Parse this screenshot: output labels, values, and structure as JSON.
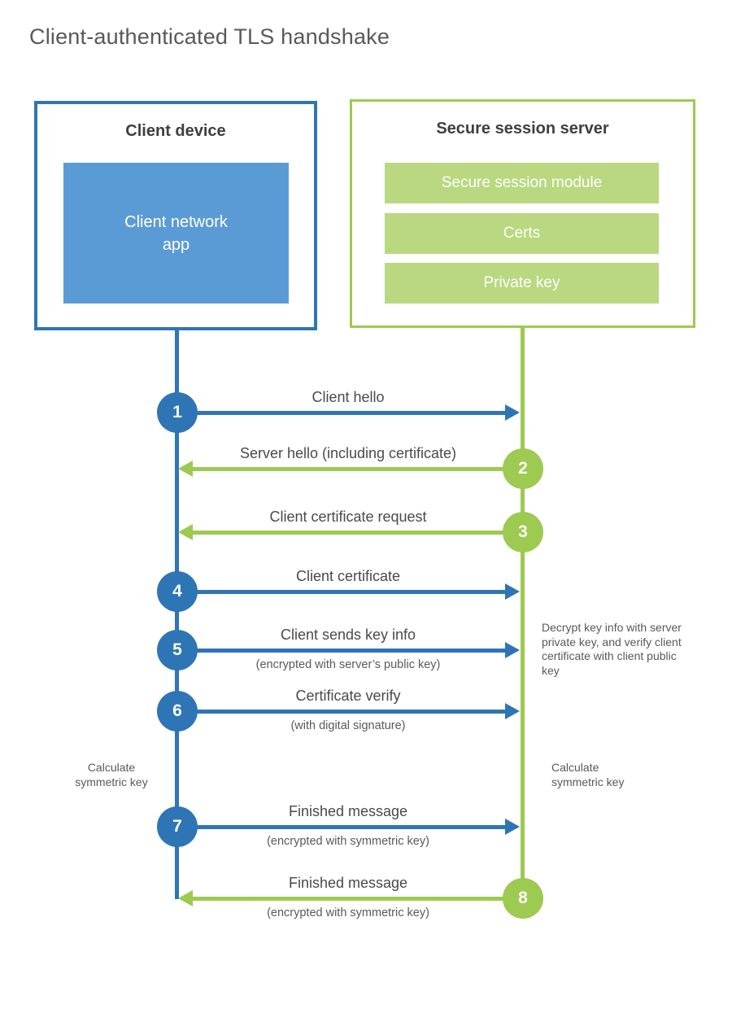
{
  "title": "Client-authenticated TLS handshake",
  "client": {
    "title": "Client device",
    "app": "Client network app"
  },
  "server": {
    "title": "Secure session server",
    "modules": [
      "Secure session module",
      "Certs",
      "Private key"
    ]
  },
  "steps": [
    {
      "num": "1",
      "label": "Client hello",
      "sublabel": "",
      "from": "client"
    },
    {
      "num": "2",
      "label": "Server hello (including certificate)",
      "sublabel": "",
      "from": "server"
    },
    {
      "num": "3",
      "label": "Client certificate request",
      "sublabel": "",
      "from": "server"
    },
    {
      "num": "4",
      "label": "Client certificate",
      "sublabel": "",
      "from": "client"
    },
    {
      "num": "5",
      "label": "Client sends key info",
      "sublabel": "(encrypted with server’s public key)",
      "from": "client"
    },
    {
      "num": "6",
      "label": "Certificate verify",
      "sublabel": "(with digital signature)",
      "from": "client"
    },
    {
      "num": "7",
      "label": "Finished message",
      "sublabel": "(encrypted with symmetric key)",
      "from": "client"
    },
    {
      "num": "8",
      "label": "Finished message",
      "sublabel": "(encrypted with symmetric key)",
      "from": "server"
    }
  ],
  "annotations": {
    "decrypt_note": "Decrypt key info with server private key, and verify client certificate with client public key",
    "calculate_left": "Calculate symmetric key",
    "calculate_right": "Calculate symmetric key"
  },
  "colors": {
    "blue": "#2e75b6",
    "blue_light": "#5b9bd5",
    "green": "#9dca50",
    "green_light": "#b9d880"
  }
}
